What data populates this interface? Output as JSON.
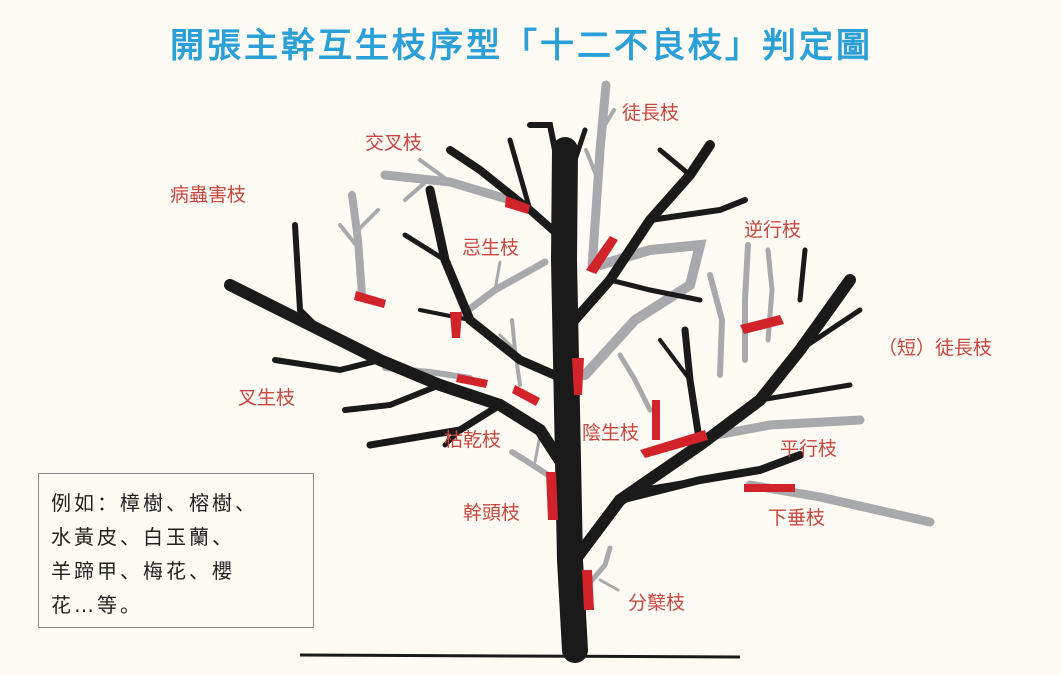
{
  "title": "開張主幹互生枝序型「十二不良枝」判定圖",
  "labels": {
    "tuzhang": "徒長枝",
    "jiaocha": "交叉枝",
    "bingchonghai": "病蟲害枝",
    "jisheng": "忌生枝",
    "nixing": "逆行枝",
    "duan_tuzhang": "（短）徒長枝",
    "chasheng": "叉生枝",
    "kugan": "枯乾枝",
    "yinsheng": "陰生枝",
    "pingxing": "平行枝",
    "gantou": "幹頭枝",
    "xiachui": "下垂枝",
    "fennie": "分櫱枝"
  },
  "example_box": {
    "text": "例如：樟樹、榕樹、\n水黃皮、白玉蘭、\n羊蹄甲、梅花、櫻\n花…等。"
  },
  "colors": {
    "title": "#2a9fd8",
    "label": "#c8473f",
    "trunk": "#1a1a1a",
    "bad_branch": "#a7a9ac",
    "cut_mark": "#d2232a"
  }
}
